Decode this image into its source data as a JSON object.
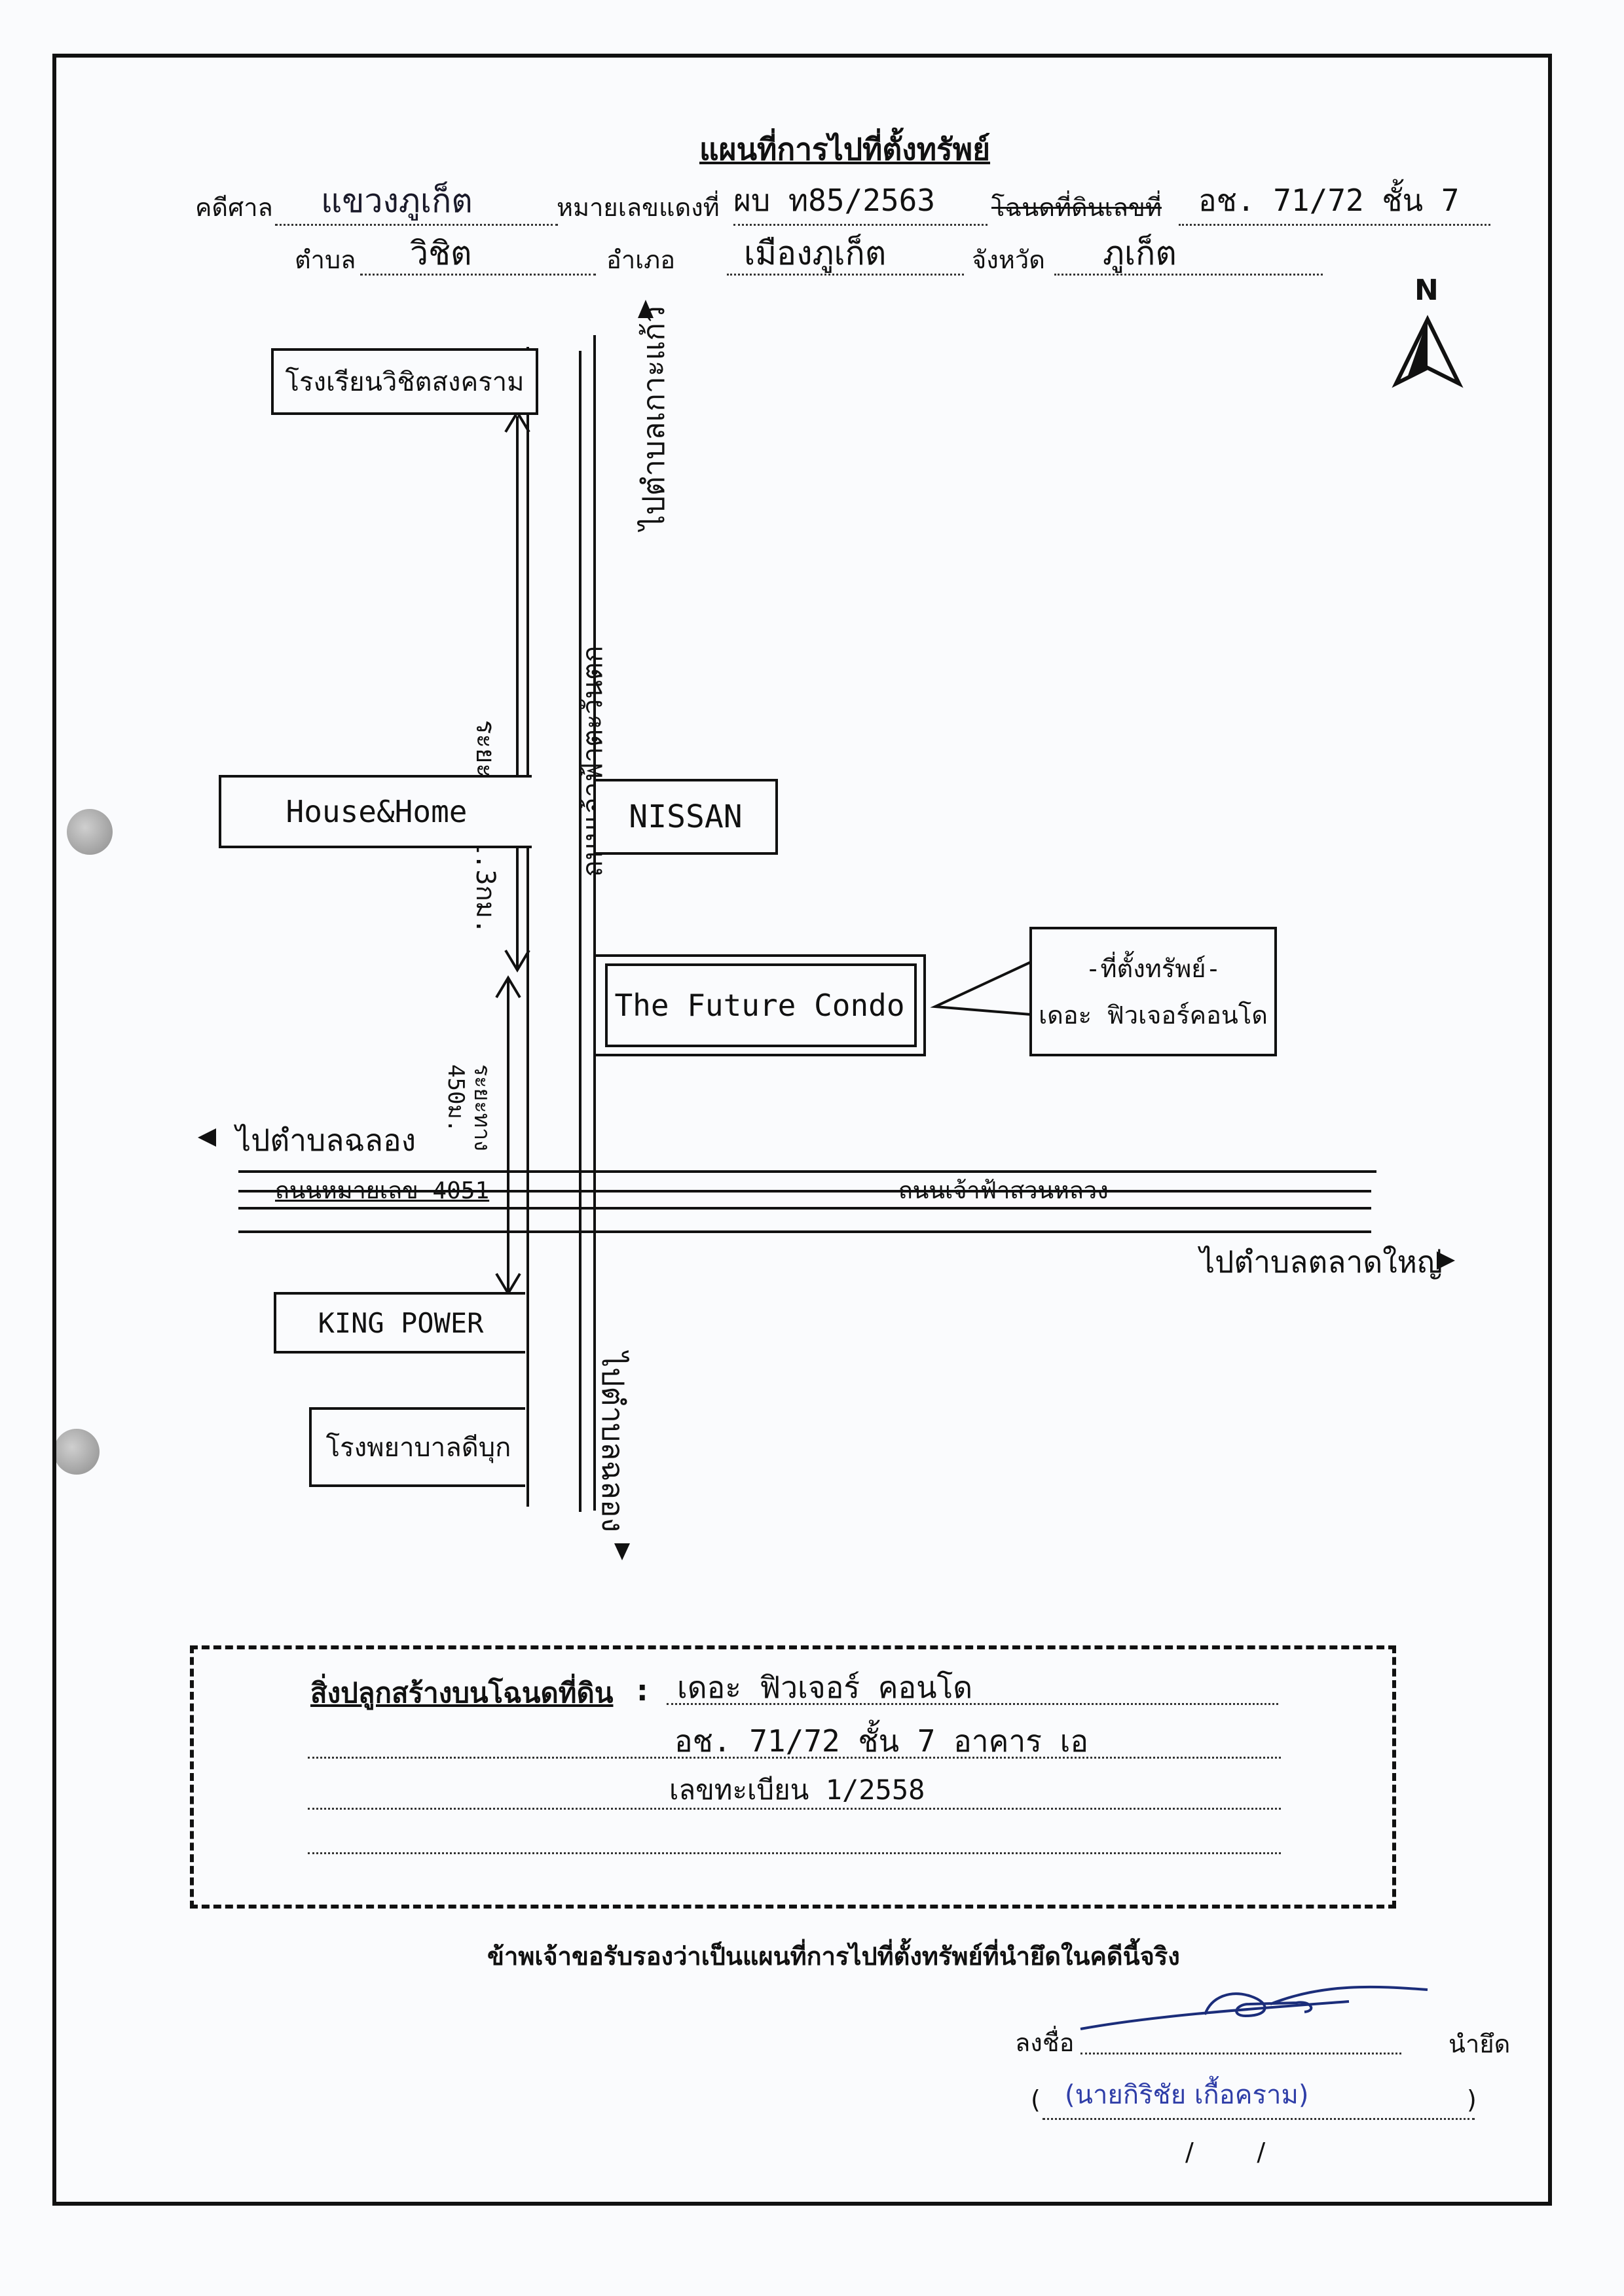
{
  "header": {
    "title": "แผนที่การไปที่ตั้งทรัพย์",
    "court_label": "คดีศาล",
    "court_value": "แขวงภูเก็ต",
    "case_label": "หมายเลขแดงที่",
    "case_value": "ผบ ท85/2563",
    "deed_label": "โฉนดที่ดินเลขที่",
    "deed_value": "อช. 71/72 ชั้น 7",
    "subdistrict_label": "ตำบล",
    "subdistrict_value": "วิชิต",
    "district_label": "อำเภอ",
    "district_value": "เมืองภูเก็ต",
    "province_label": "จังหวัด",
    "province_value": "ภูเก็ต"
  },
  "map": {
    "north": "N",
    "to_north": "ไปตำบลเกาะแก้ว",
    "to_south": "ไปตำบลฉลอง",
    "to_west": "ไปตำบลฉลอง",
    "to_east": "ไปตำบลตลาดใหญ่",
    "main_road": "ถนนเจ้าฟ้าตะวันตก",
    "cross_road_west": "ถนนหมายเลข 4051",
    "cross_road_east": "ถนนเจ้าฟ้าสวนหลวง",
    "distance_1": "ระยะทาง 1.3กม.",
    "distance_2": "ระยะทาง 450ม.",
    "landmarks": {
      "school": "โรงเรียนวิชิตสงคราม",
      "house_home": "House&Home",
      "nissan": "NISSAN",
      "condo": "The Future Condo",
      "king_power": "KING POWER",
      "hospital": "โรงพยาบาลดีบุก"
    },
    "callout_line1": "-ที่ตั้งทรัพย์-",
    "callout_line2": "เดอะ ฟิวเจอร์คอนโด"
  },
  "construction": {
    "label": "สิ่งปลูกสร้างบนโฉนดที่ดิน",
    "colon": ":",
    "line1": "เดอะ ฟิวเจอร์ คอนโด",
    "line2": "อช. 71/72 ชั้น 7 อาคาร เอ",
    "line3": "เลขทะเบียน 1/2558"
  },
  "certification": "ข้าพเจ้าขอรับรองว่าเป็นแผนที่การไปที่ตั้งทรัพย์ที่นำยึดในคดีนี้จริง",
  "signature": {
    "sign_label": "ลงชื่อ",
    "role": "นำยึด",
    "open_paren": "(",
    "name": "(นายกิริชัย เกื้อคราม)",
    "close_paren": ")",
    "date_slashes": "/        /"
  }
}
